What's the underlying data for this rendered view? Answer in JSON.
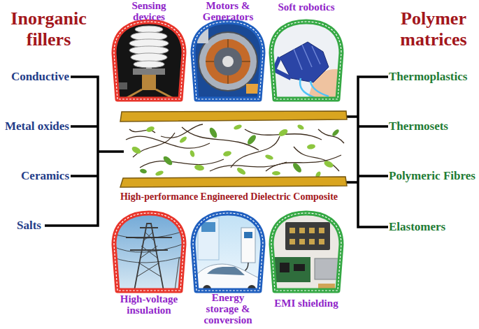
{
  "diagram": {
    "nodes": [
      {
        "text": [
          "Sensing devices"
        ]
      },
      {
        "text": [
          "Motors & Generators"
        ]
      },
      {
        "text": [
          "Soft robotics"
        ]
      },
      {
        "text": [
          "High-performance Engineered Dielectric Composite"
        ]
      },
      {
        "text": [
          "High-voltage insulation"
        ]
      },
      {
        "text": [
          "Energy storage & conversion"
        ]
      },
      {
        "text": [
          "EMI shielding"
        ]
      }
    ],
    "labels": [
      "Inorganic fillers",
      "Conductive",
      "Metal oxides",
      "Ceramics",
      "Salts",
      "Polymer matrices",
      "Thermoplastics",
      "Thermosets",
      "Polymeric Fibres",
      "Elastomers"
    ]
  }
}
